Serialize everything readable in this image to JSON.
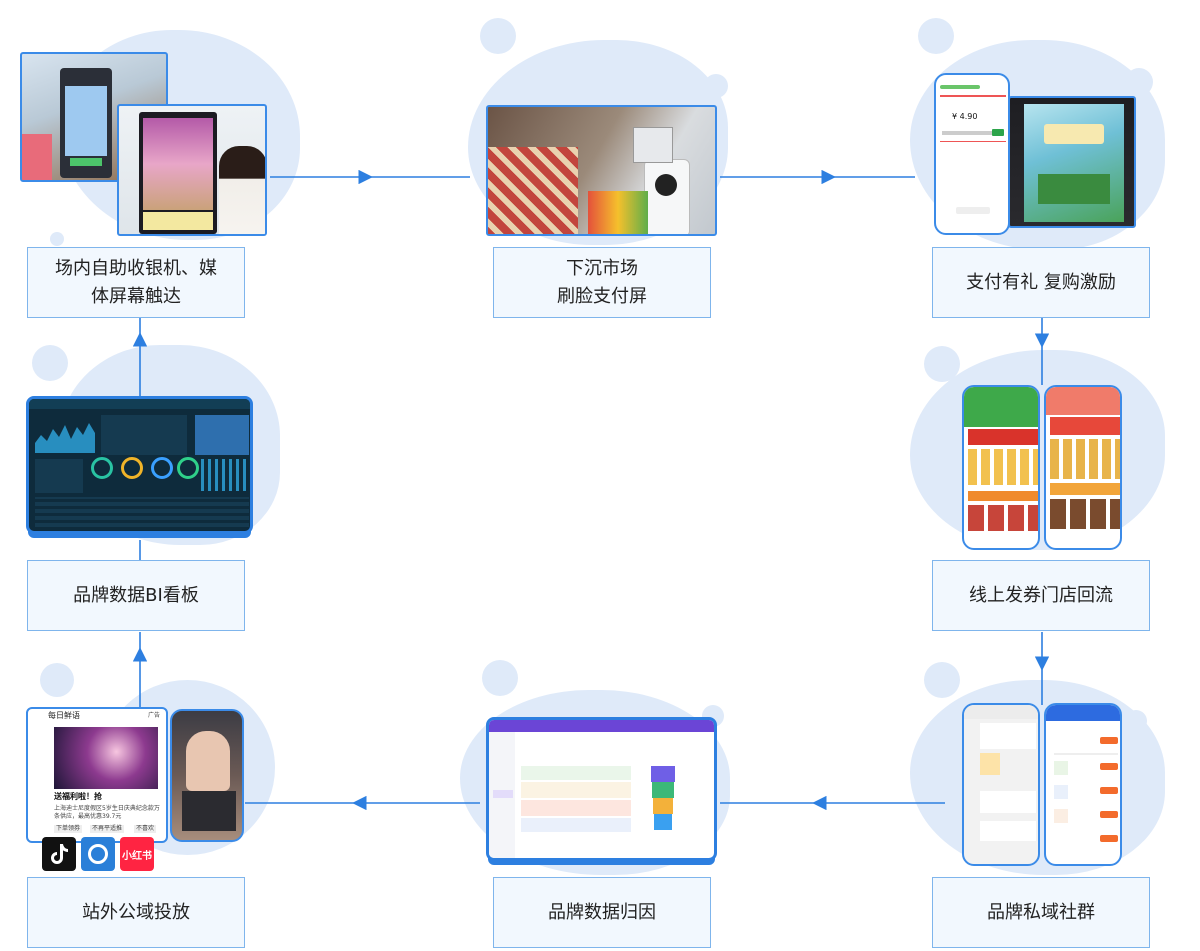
{
  "steps": {
    "kiosk": {
      "line1": "场内自助收银机、媒",
      "line2": "体屏幕触达"
    },
    "faceplate": {
      "line1": "下沉市场",
      "line2": "刷脸支付屏"
    },
    "payreward": {
      "line1": "支付有礼 复购激励"
    },
    "bi": {
      "line1": "品牌数据BI看板"
    },
    "coupon": {
      "line1": "线上发券门店回流"
    },
    "offsite": {
      "line1": "站外公域投放"
    },
    "attribution": {
      "line1": "品牌数据归因"
    },
    "community": {
      "line1": "品牌私域社群"
    }
  },
  "pay_phone": {
    "amount": "¥ 4.90"
  },
  "ad_card": {
    "brand": "每日鲜语",
    "tag": "广告",
    "headline": "送福利啦！抢",
    "body": "上海迪士尼度假区5岁生日庆典纪念款万条供应，最高优惠39.7元",
    "buttons": [
      "下单领券",
      "不再平适推",
      "不喜欢"
    ]
  },
  "social": {
    "xiaohongshu": "小红书"
  },
  "colors": {
    "accent": "#2d7fe0",
    "blob": "#dfeaf9",
    "label_bg": "#f2f8fe",
    "label_border": "#7fb5ec"
  }
}
